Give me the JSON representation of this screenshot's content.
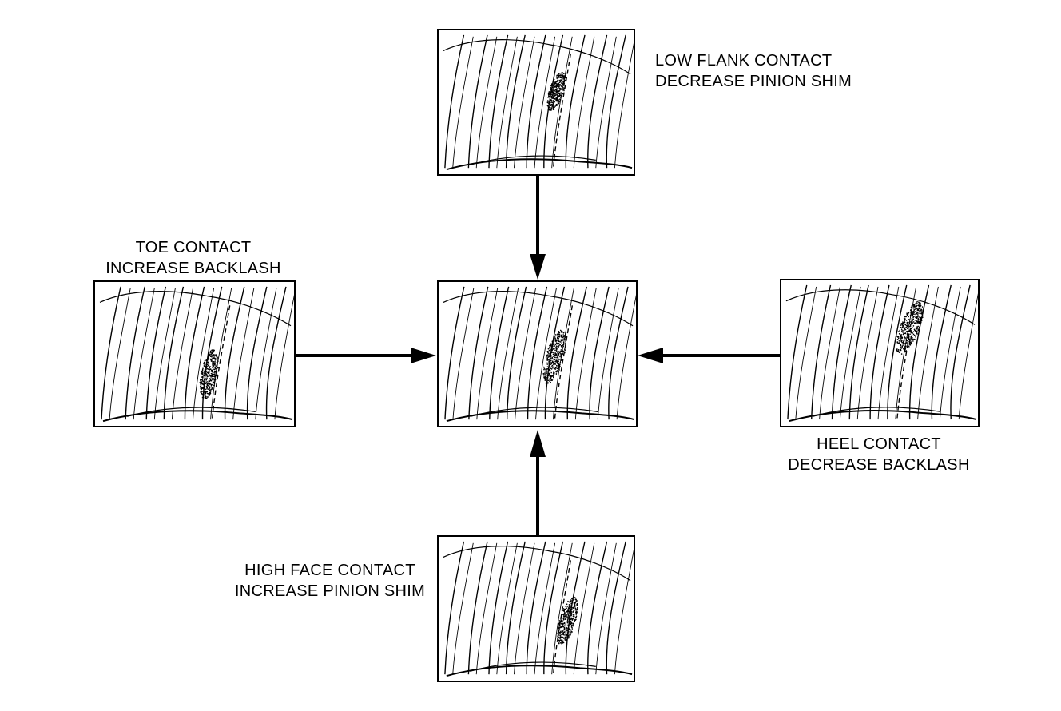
{
  "panels": {
    "top": {
      "line1": "LOW FLANK CONTACT",
      "line2": "DECREASE PINION SHIM"
    },
    "left": {
      "line1": "TOE CONTACT",
      "line2": "INCREASE BACKLASH"
    },
    "right": {
      "line1": "HEEL CONTACT",
      "line2": "DECREASE BACKLASH"
    },
    "bottom": {
      "line1": "HIGH FACE CONTACT",
      "line2": "INCREASE PINION SHIM"
    }
  },
  "colors": {
    "ink": "#000000",
    "background": "#ffffff"
  }
}
